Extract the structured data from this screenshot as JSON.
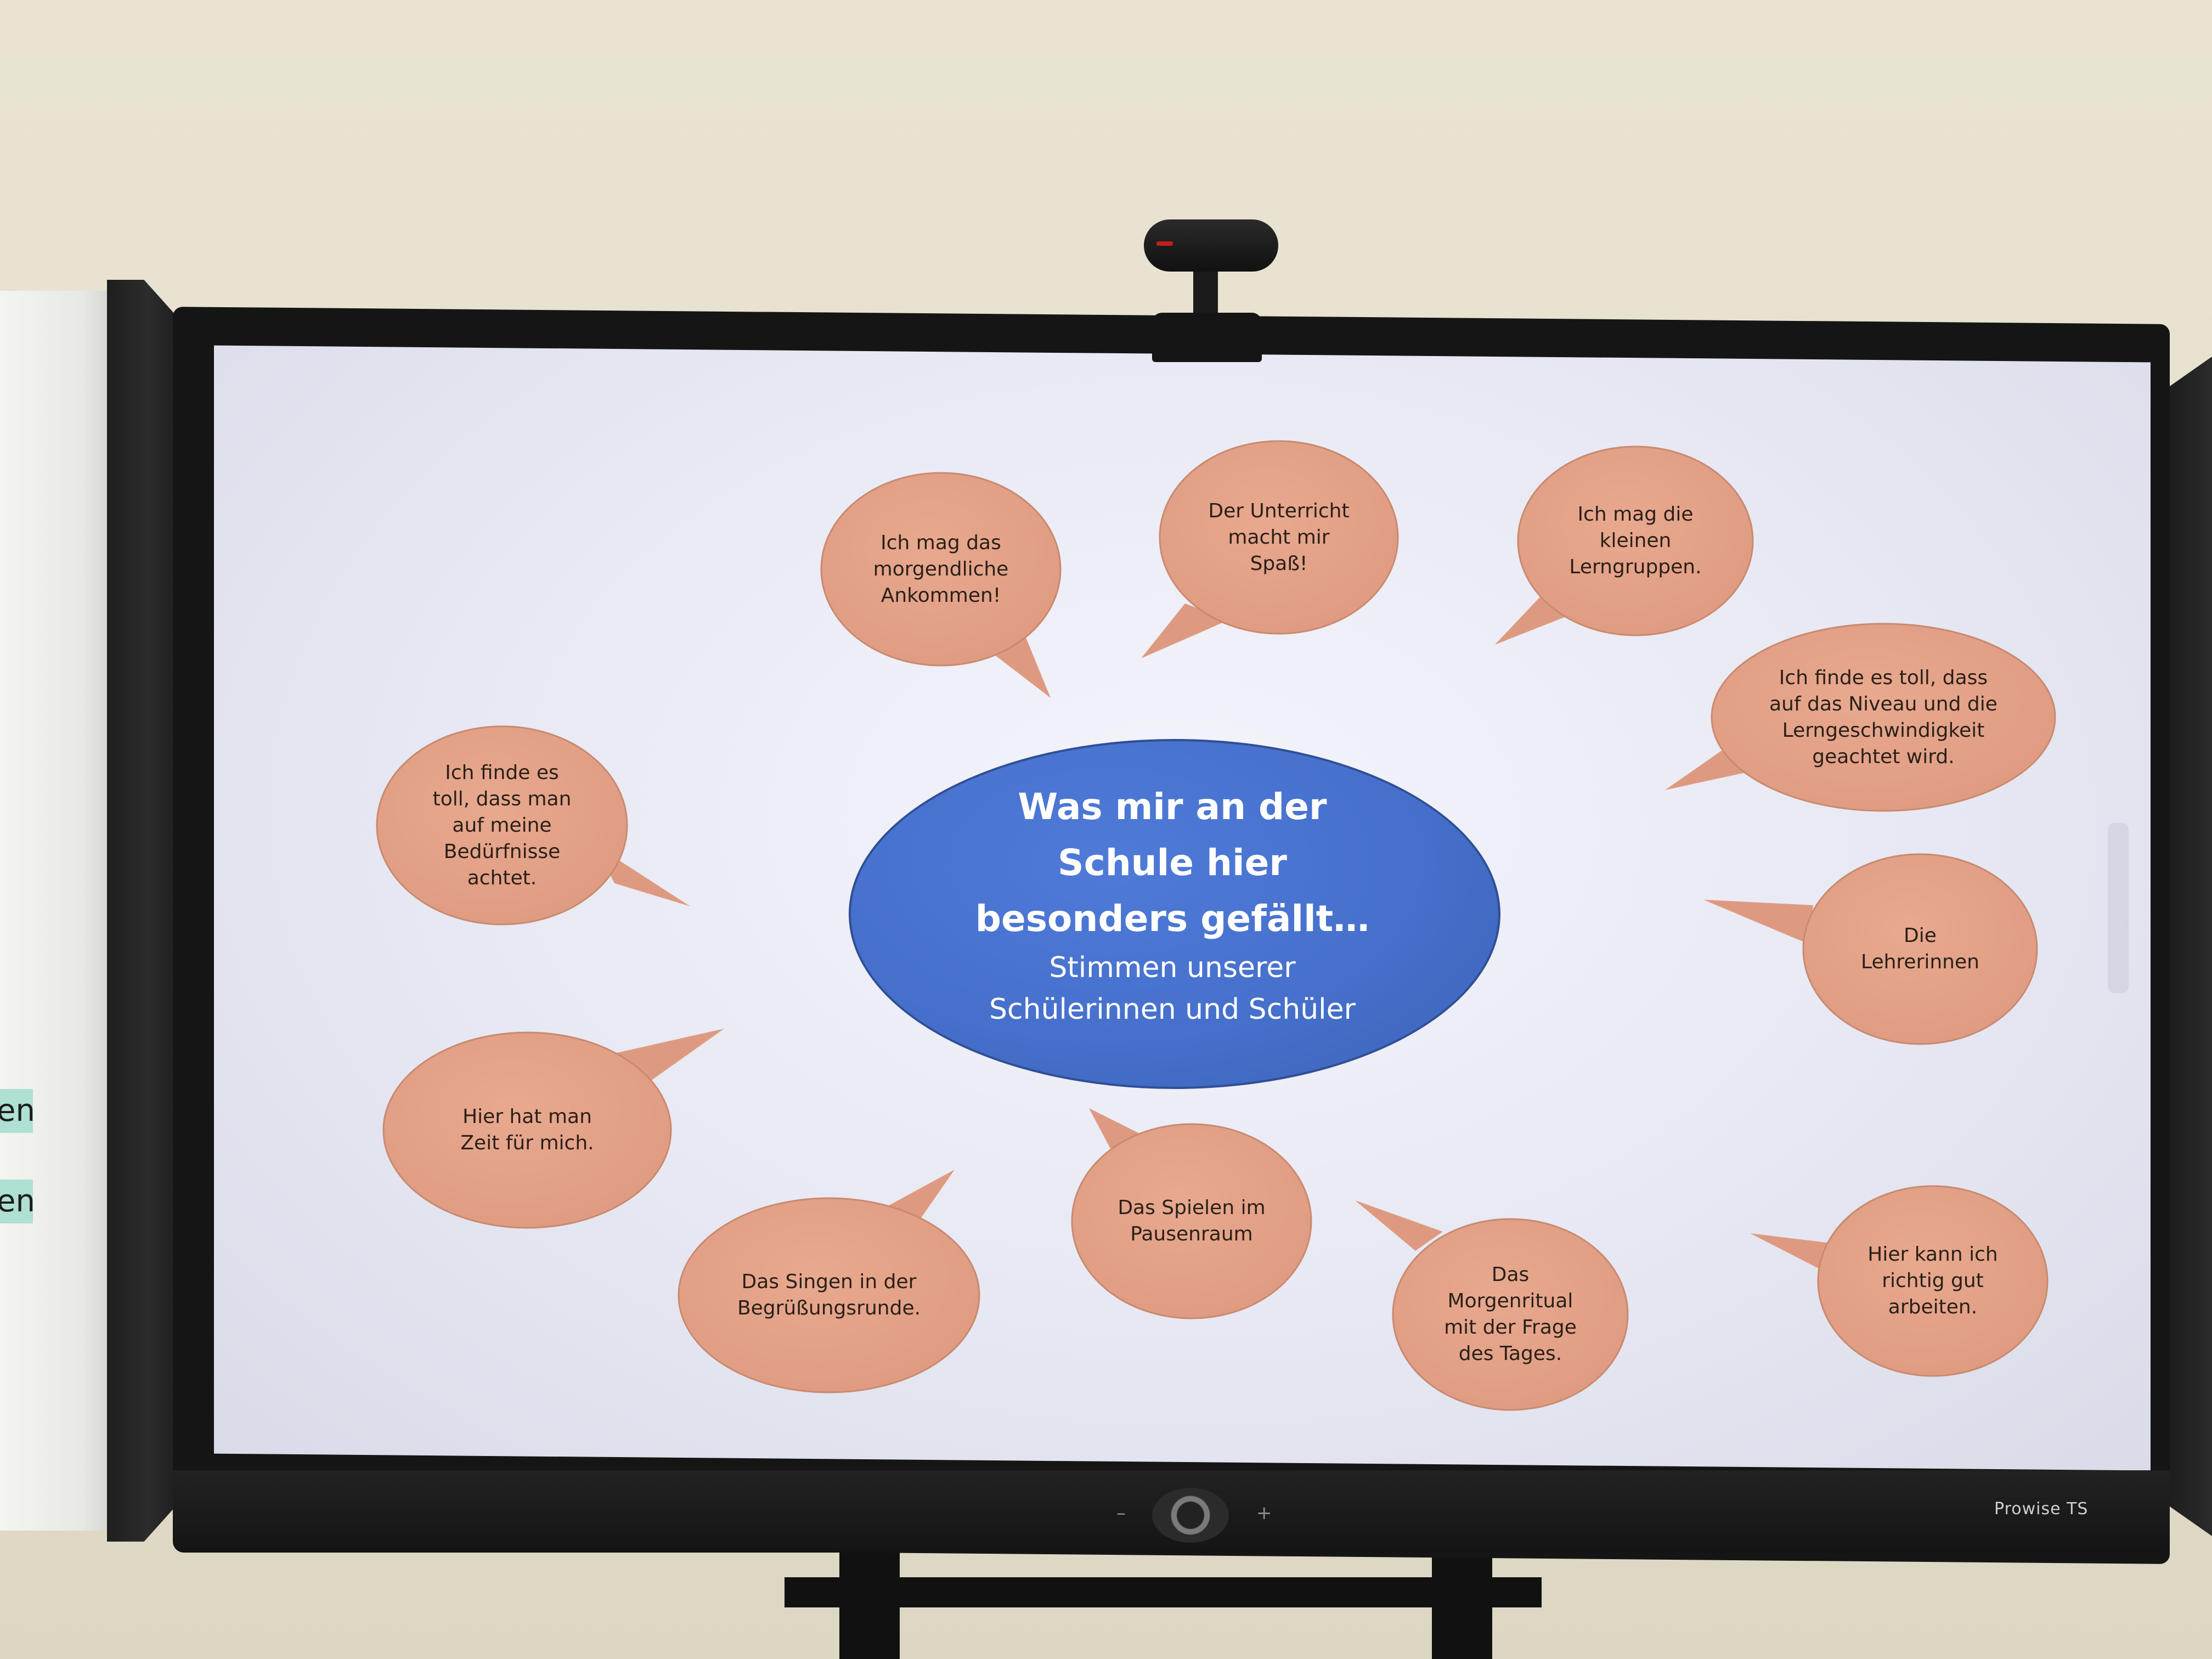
{
  "slide": {
    "title": "Was mir an der\nSchule hier\nbesonders gefällt…",
    "subtitle": "Stimmen unserer\nSchülerinnen und Schüler",
    "colors": {
      "title_ellipse": "#4670cc",
      "bubble": "#de9a80",
      "bubble_edge": "#c98a6f",
      "screen_background": "#e7e8f3"
    },
    "bubbles": [
      "Ich mag das\nmorgendliche\nAnkommen!",
      "Der Unterricht\nmacht mir\nSpaß!",
      "Ich mag die\nkleinen\nLerngruppen.",
      "Ich finde es toll, dass\nauf das Niveau und die\nLerngeschwindigkeit\ngeachtet wird.",
      "Ich finde es\ntoll, dass man\nauf meine\nBedürfnisse\nachtet.",
      "Die\nLehrerinnen",
      "Hier hat man\nZeit für mich.",
      "Das Spielen im\nPausenraum",
      "Das Singen in der\nBegrüßungsrunde.",
      "Das\nMorgenritual\nmit der Frage\ndes Tages.",
      "Hier kann ich\nrichtig gut\narbeiten."
    ]
  },
  "hardware": {
    "brand": "Prowise TS",
    "minus_glyph": "–",
    "plus_glyph": "+"
  },
  "wall": {
    "sticky_note_1": "en",
    "sticky_note_2": "en"
  }
}
